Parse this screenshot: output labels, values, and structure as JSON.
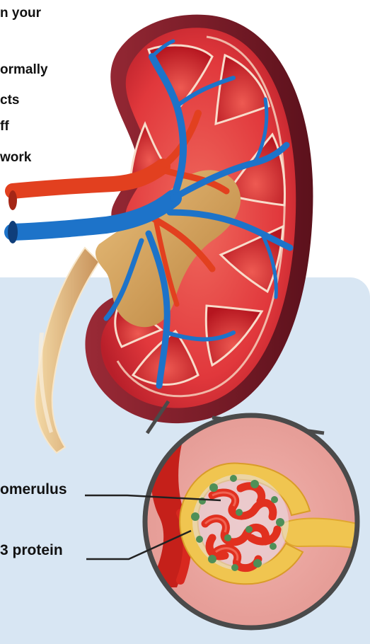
{
  "intro_lines": [
    "n your",
    "ormally",
    "cts",
    "ff",
    "work"
  ],
  "labels": {
    "glomerulus": "omerulus",
    "protein": "3 protein"
  },
  "colors": {
    "panel": "#d8e6f3",
    "kidney_capsule": "#7a1f2b",
    "cortex": "#e1383c",
    "pelvis": "#d9a35c",
    "artery": "#e2401f",
    "vein": "#1d73c9",
    "bowman_capsule": "#f0c550",
    "protein_dot": "#4f8f57"
  }
}
